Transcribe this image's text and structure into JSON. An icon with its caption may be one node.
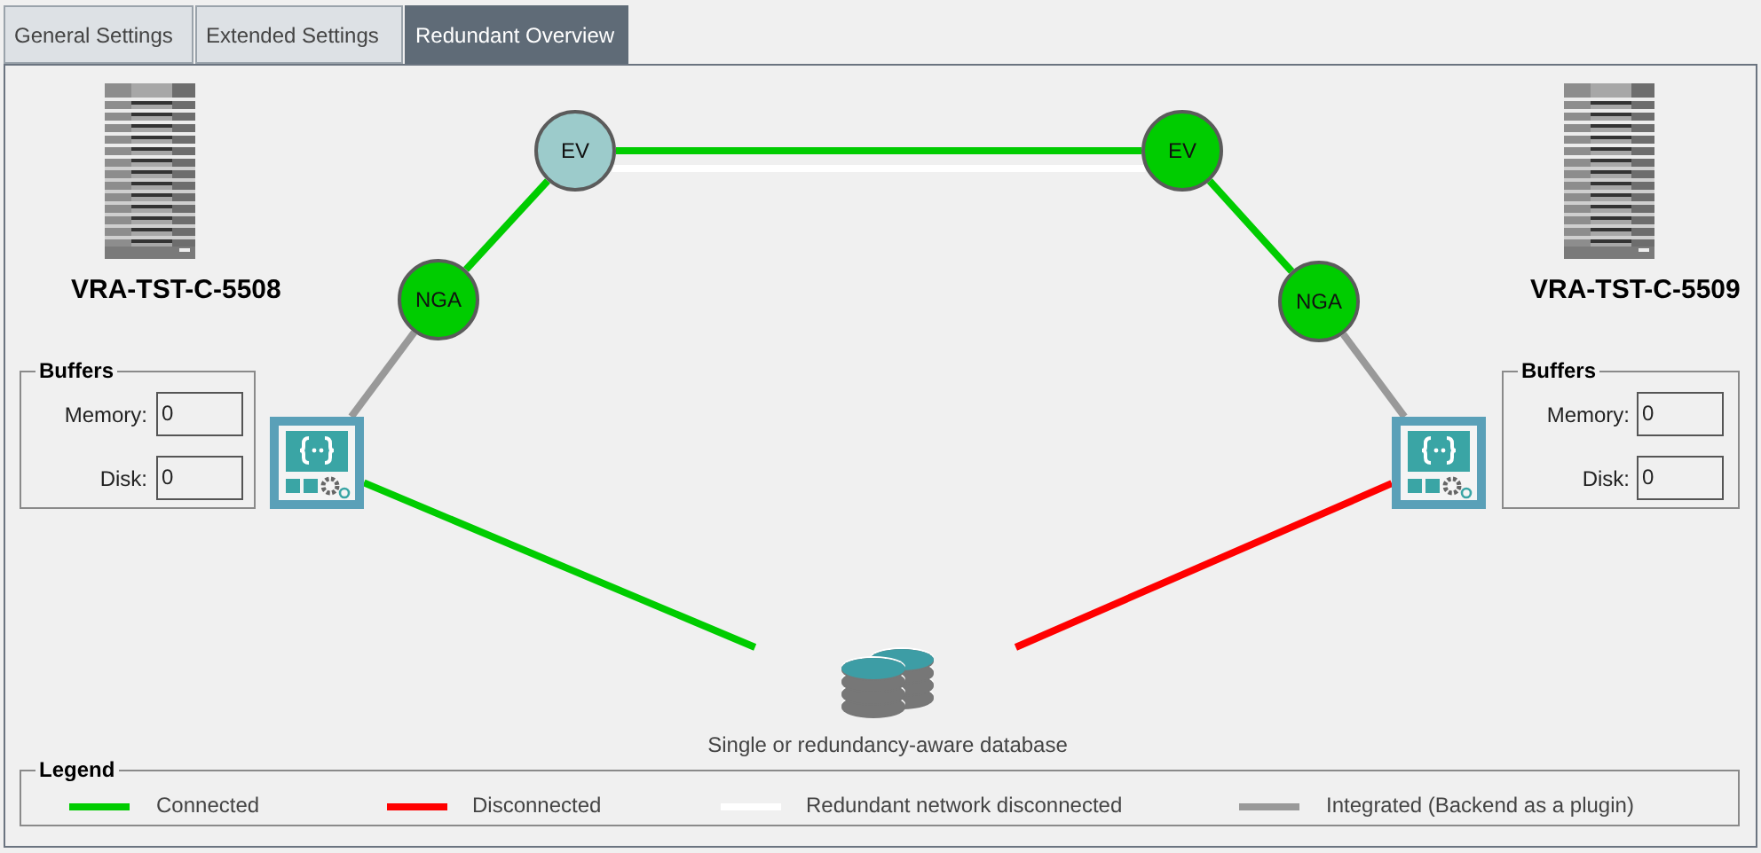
{
  "diagram": {
    "nodes": [
      {
        "text": [
          "VRA-TST-C-5508"
        ]
      },
      {
        "text": [
          "Buffers"
        ]
      },
      {
        "text": [
          "EV"
        ]
      },
      {
        "text": [
          "NGA"
        ]
      },
      {
        "text": [],
        "shape": "picture"
      },
      {
        "text": [
          "EV"
        ]
      },
      {
        "text": [
          "NGA"
        ]
      },
      {
        "text": [
          "VRA-TST-C-5509"
        ]
      },
      {
        "text": [
          "Buffers"
        ]
      },
      {
        "text": [],
        "shape": "picture"
      },
      {
        "text": [
          "Single or redundancy-aware database"
        ]
      }
    ],
    "edges": [
      {
        "from": 2,
        "to": 5,
        "arrow": "none",
        "color": "#00cc00"
      },
      {
        "from": 2,
        "to": 5,
        "arrow": "none",
        "color": "#ffffff"
      },
      {
        "from": 2,
        "to": 3,
        "arrow": "none",
        "color": "#00cc00"
      },
      {
        "from": 3,
        "to": 4,
        "arrow": "none",
        "color": "#999999"
      },
      {
        "from": 5,
        "to": 6,
        "arrow": "none",
        "color": "#00cc00"
      },
      {
        "from": 6,
        "to": 9,
        "arrow": "none",
        "color": "#999999"
      },
      {
        "from": 4,
        "to": 10,
        "arrow": "none",
        "color": "#00cc00"
      },
      {
        "from": 9,
        "to": 10,
        "arrow": "none",
        "color": "#ff0000"
      }
    ],
    "labels": [
      "General Settings",
      "Extended Settings",
      "Redundant Overview",
      "Memory:",
      "0",
      "Disk:",
      "0",
      "Memory:",
      "0",
      "Disk:",
      "0",
      "Legend"
    ],
    "legend": [
      {
        "text": "Connected",
        "color": "#00cc00"
      },
      {
        "text": "Disconnected",
        "color": "#ff0000"
      },
      {
        "text": "Redundant network disconnected",
        "color": "#ffffff"
      },
      {
        "text": "Integrated (Backend as a plugin)",
        "color": "#999999"
      }
    ]
  }
}
